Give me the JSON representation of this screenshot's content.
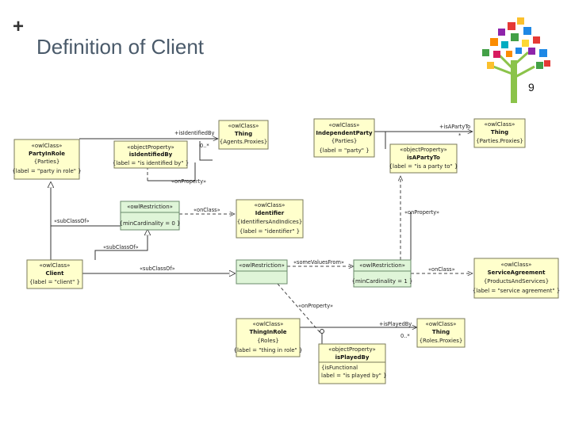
{
  "slide": {
    "title": "Definition of Client",
    "plus": "+",
    "page_number": "9"
  },
  "boxes": {
    "party_in_role": {
      "stereo": "«owlClass»",
      "name": "PartyInRole",
      "l1": "{Parties}",
      "l2": "{label = \"party in role\" }"
    },
    "is_identified_by": {
      "stereo": "«objectProperty»",
      "name": "isIdentifiedBy",
      "l1": "{label = \"is identified by\" }"
    },
    "thing_agents": {
      "stereo": "«owlClass»",
      "name": "Thing",
      "l1": "{Agents.Proxies}"
    },
    "independent_party": {
      "stereo": "«owlClass»",
      "name": "IndependentParty",
      "l1": "{Parties}",
      "l2": "{label = \"party\" }"
    },
    "is_a_party_to": {
      "stereo": "«objectProperty»",
      "name": "isAPartyTo",
      "l1": "{label = \"is a party to\" }"
    },
    "thing_parties": {
      "stereo": "«owlClass»",
      "name": "Thing",
      "l1": "{Parties.Proxies}"
    },
    "restriction_min0": {
      "stereo": "«owlRestriction»",
      "l1": "{minCardinality = 0 }"
    },
    "identifier": {
      "stereo": "«owlClass»",
      "name": "Identifier",
      "l1": "{IdentifiersAndIndices}",
      "l2": "{label = \"identifier\" }"
    },
    "client": {
      "stereo": "«owlClass»",
      "name": "Client",
      "l1": "{label = \"client\" }"
    },
    "restriction_mid": {
      "stereo": "«owlRestriction»"
    },
    "restriction_min1": {
      "stereo": "«owlRestriction»",
      "l1": "{minCardinality = 1 }"
    },
    "service_agreement": {
      "stereo": "«owlClass»",
      "name": "ServiceAgreement",
      "l1": "{ProductsAndServices}",
      "l2": "{label = \"service agreement\" }"
    },
    "thing_in_role": {
      "stereo": "«owlClass»",
      "name": "ThingInRole",
      "l1": "{Roles}",
      "l2": "{label = \"thing in role\" }"
    },
    "thing_roles": {
      "stereo": "«owlClass»",
      "name": "Thing",
      "l1": "{Roles.Proxies}"
    },
    "is_played_by": {
      "stereo": "«objectProperty»",
      "name": "isPlayedBy",
      "l1": "{isFunctional",
      "l2": "label = \"is played by\" }"
    }
  },
  "edges": {
    "is_identified_by": "+isIdentifiedBy",
    "mult_0n_1": "0..*",
    "on_property_1": "«onProperty»",
    "on_class_1": "«onClass»",
    "subclass_1": "«subClassOf»",
    "subclass_2": "«subClassOf»",
    "subclass_3": "«subClassOf»",
    "is_a_party_to": "+isAPartyTo",
    "mult_star": "*",
    "on_property_2": "«onProperty»",
    "some_values_from": "«someValuesFrom»",
    "on_class_2": "«onClass»",
    "on_property_3": "«onProperty»",
    "is_played_by": "+isPlayedBy",
    "mult_0n_2": "0..*"
  }
}
